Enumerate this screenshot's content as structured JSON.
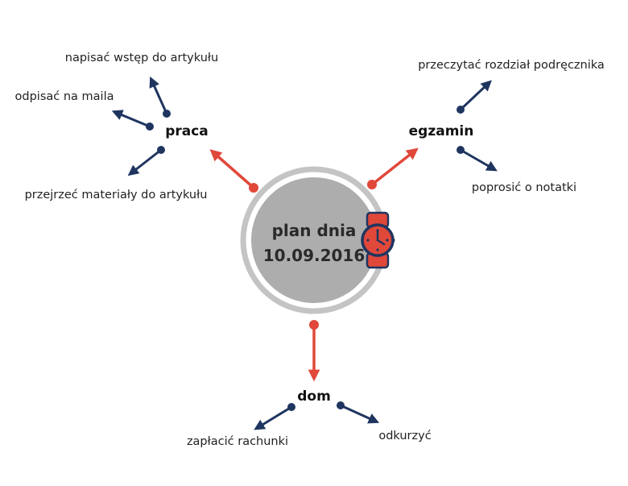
{
  "center": {
    "line1": "plan dnia",
    "line2": "10.09.2016",
    "icon": "wristwatch-icon"
  },
  "branches": [
    {
      "key": "praca",
      "label": "praca",
      "items": [
        "napisać wstęp do artykułu",
        "odpisać na maila",
        "przejrzeć materiały do artykułu"
      ]
    },
    {
      "key": "egzamin",
      "label": "egzamin",
      "items": [
        "przeczytać rozdział podręcznika",
        "poprosić o notatki"
      ]
    },
    {
      "key": "dom",
      "label": "dom",
      "items": [
        "zapłacić rachunki",
        "odkurzyć"
      ]
    }
  ],
  "colors": {
    "accent_orange": "#e0483a",
    "navy": "#1f3560",
    "circle_fill": "#adadad",
    "circle_ring": "#c4c4c4"
  }
}
